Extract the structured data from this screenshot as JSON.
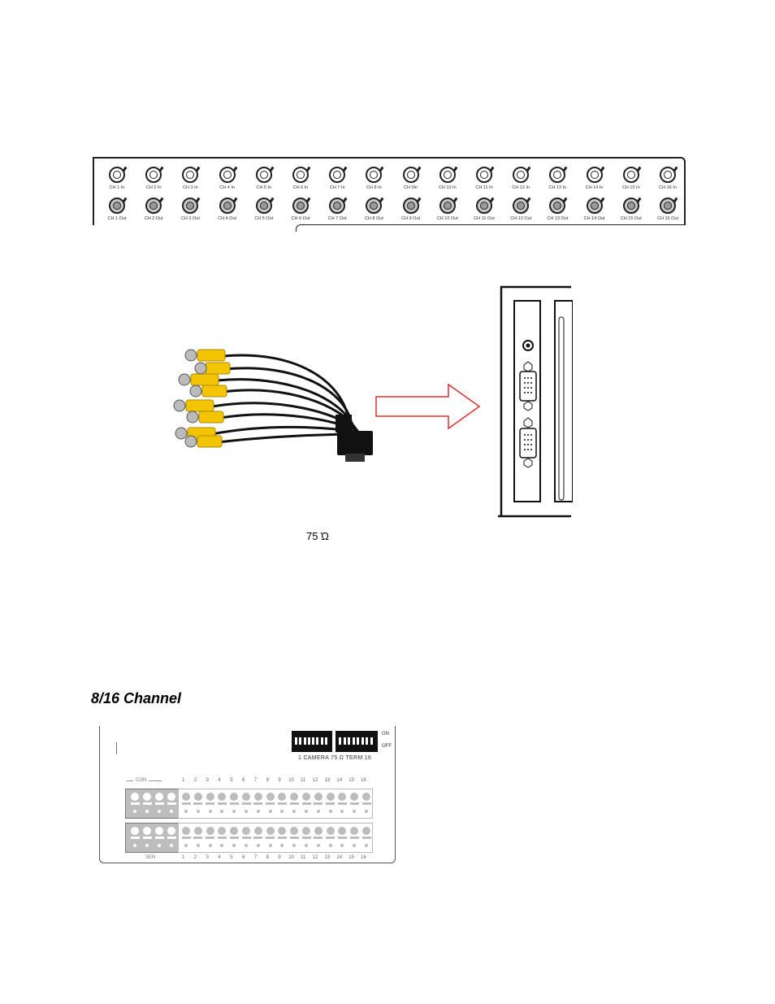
{
  "bnc_panel": {
    "in_labels": [
      "CH 1 In",
      "CH 2 In",
      "CH 3 In",
      "CH 4 In",
      "CH 5 In",
      "CH 6 In",
      "CH 7 In",
      "CH 8 In",
      "CH 9In",
      "CH 10 In",
      "CH 11 In",
      "CH 12 In",
      "CH 13 In",
      "CH 14 In",
      "CH 15 In",
      "CH 16 In"
    ],
    "out_labels": [
      "CH 1 Out",
      "CH 2 Out",
      "CH 3 Out",
      "CH 4 Out",
      "CH 5 Out",
      "CH 6 Out",
      "CH 7 Out",
      "CH 8 Out",
      "CH 9 Out",
      "CH 10 Out",
      "CH 11 Out",
      "CH 12 Out",
      "CH 13 Out",
      "CH 14 Out",
      "CH 15 Out",
      "CH 16 Out"
    ]
  },
  "impedance_label": "75 Ώ",
  "section_title": "8/16 Channel",
  "terminal_panel": {
    "on_label": "ON",
    "off_label": "OFF",
    "dip_caption": "1  CAMERA  75  Ω    TERM  16",
    "con_label": "CON",
    "sen_label": "SEN",
    "numbers": [
      "1",
      "2",
      "3",
      "4",
      "5",
      "6",
      "7",
      "8",
      "9",
      "10",
      "11",
      "12",
      "13",
      "14",
      "15",
      "16"
    ]
  },
  "colors": {
    "arrow": "#e03030",
    "rca_yellow": "#f2c500",
    "terminal_grey": "#bdbdbd"
  }
}
